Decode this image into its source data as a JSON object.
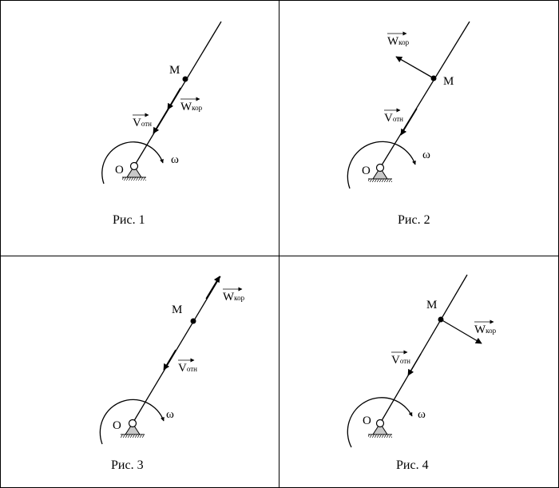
{
  "panels": [
    {
      "caption": "Рис. 1",
      "point_label": "M",
      "origin_label": "O",
      "omega_label": "ω",
      "v_rel": {
        "symbol": "V",
        "subscript": "отн"
      },
      "w_cor": {
        "symbol": "W",
        "subscript": "кор"
      }
    },
    {
      "caption": "Рис. 2",
      "point_label": "M",
      "origin_label": "O",
      "omega_label": "ω",
      "v_rel": {
        "symbol": "V",
        "subscript": "отн"
      },
      "w_cor": {
        "symbol": "W",
        "subscript": "кор"
      }
    },
    {
      "caption": "Рис. 3",
      "point_label": "M",
      "origin_label": "O",
      "omega_label": "ω",
      "v_rel": {
        "symbol": "V",
        "subscript": "отн"
      },
      "w_cor": {
        "symbol": "W",
        "subscript": "кор"
      }
    },
    {
      "caption": "Рис. 4",
      "point_label": "M",
      "origin_label": "O",
      "omega_label": "ω",
      "v_rel": {
        "symbol": "V",
        "subscript": "отн"
      },
      "w_cor": {
        "symbol": "W",
        "subscript": "кор"
      }
    }
  ]
}
